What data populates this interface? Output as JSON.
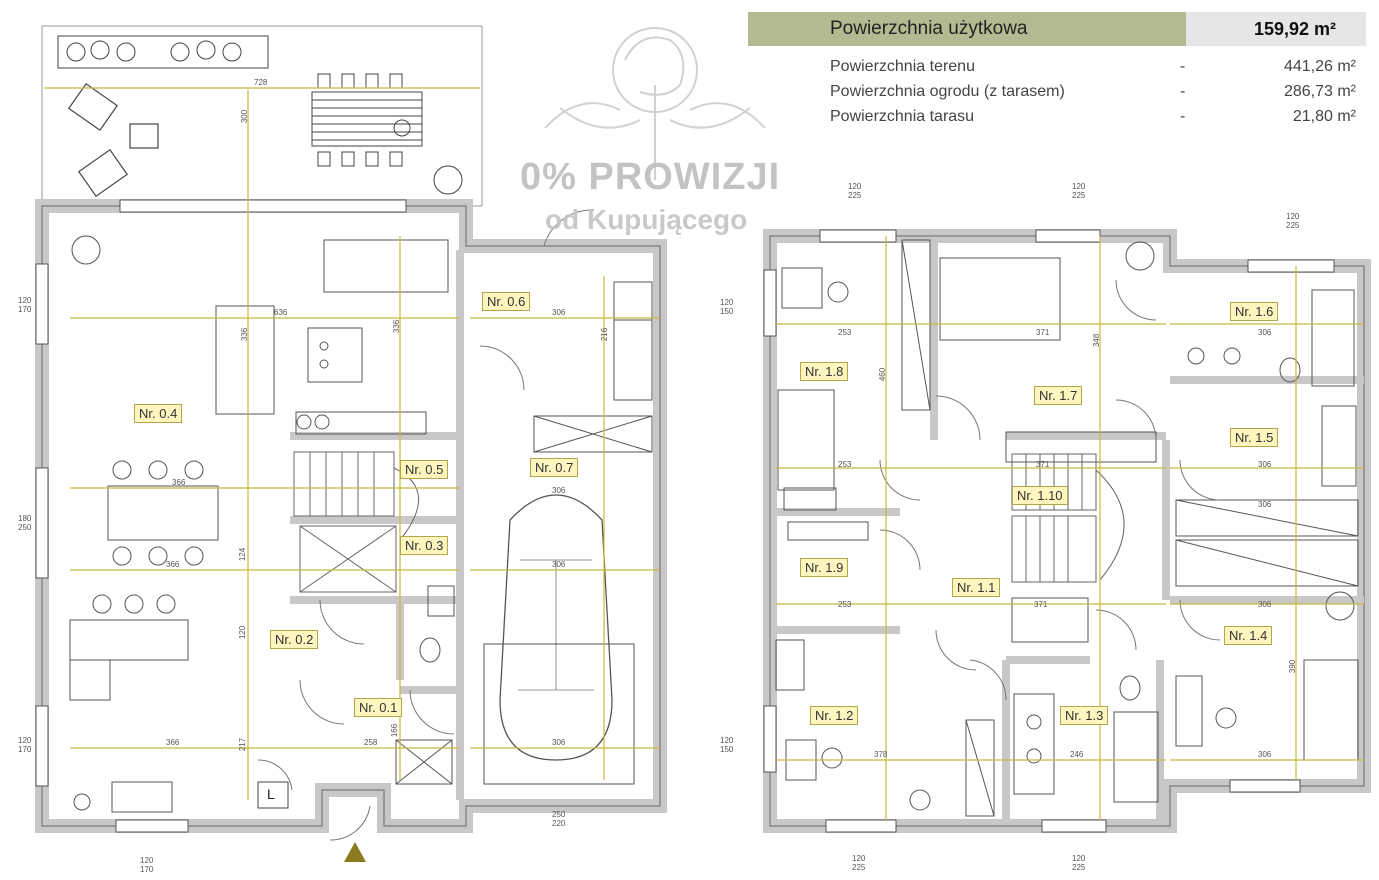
{
  "area_table": {
    "header_label": "Powierzchnia użytkowa",
    "header_value": "159,92 m²",
    "rows": [
      {
        "label": "Powierzchnia terenu",
        "dash": "-",
        "value": "441,26 m²"
      },
      {
        "label": "Powierzchnia ogrodu (z tarasem)",
        "dash": "-",
        "value": "286,73 m²"
      },
      {
        "label": "Powierzchnia tarasu",
        "dash": "-",
        "value": "21,80 m²"
      }
    ]
  },
  "watermark": {
    "line1": "0% PROWIZJI",
    "line2": "od Kupującego"
  },
  "ground_floor": {
    "rooms": [
      "Nr. 0.4",
      "Nr. 0.6",
      "Nr. 0.7",
      "Nr. 0.5",
      "Nr. 0.3",
      "Nr. 0.2",
      "Nr. 0.1"
    ],
    "marker_label": "L",
    "dims": [
      "728",
      "300",
      "636",
      "336",
      "336",
      "306",
      "216",
      "366",
      "366",
      "366",
      "306",
      "306",
      "306",
      "124",
      "120",
      "217",
      "258",
      "166",
      "120\n170",
      "180\n250",
      "120\n170",
      "120\n170",
      "250\n220"
    ]
  },
  "first_floor": {
    "rooms": [
      "Nr. 1.8",
      "Nr. 1.7",
      "Nr. 1.6",
      "Nr. 1.5",
      "Nr. 1.10",
      "Nr. 1.9",
      "Nr. 1.1",
      "Nr. 1.4",
      "Nr. 1.2",
      "Nr. 1.3"
    ],
    "dims": [
      "253",
      "371",
      "306",
      "253",
      "371",
      "306",
      "253",
      "371",
      "306",
      "378",
      "246",
      "306",
      "460",
      "348",
      "390",
      "306",
      "120\n150",
      "120\n150",
      "120\n225",
      "120\n225",
      "120\n225",
      "120\n225",
      "120\n225"
    ]
  },
  "colors": {
    "wall": "#c8c8c8",
    "dimension_line": "#c9b93a",
    "room_label_bg": "#fff6bf",
    "header_bg": "#b5b991"
  }
}
